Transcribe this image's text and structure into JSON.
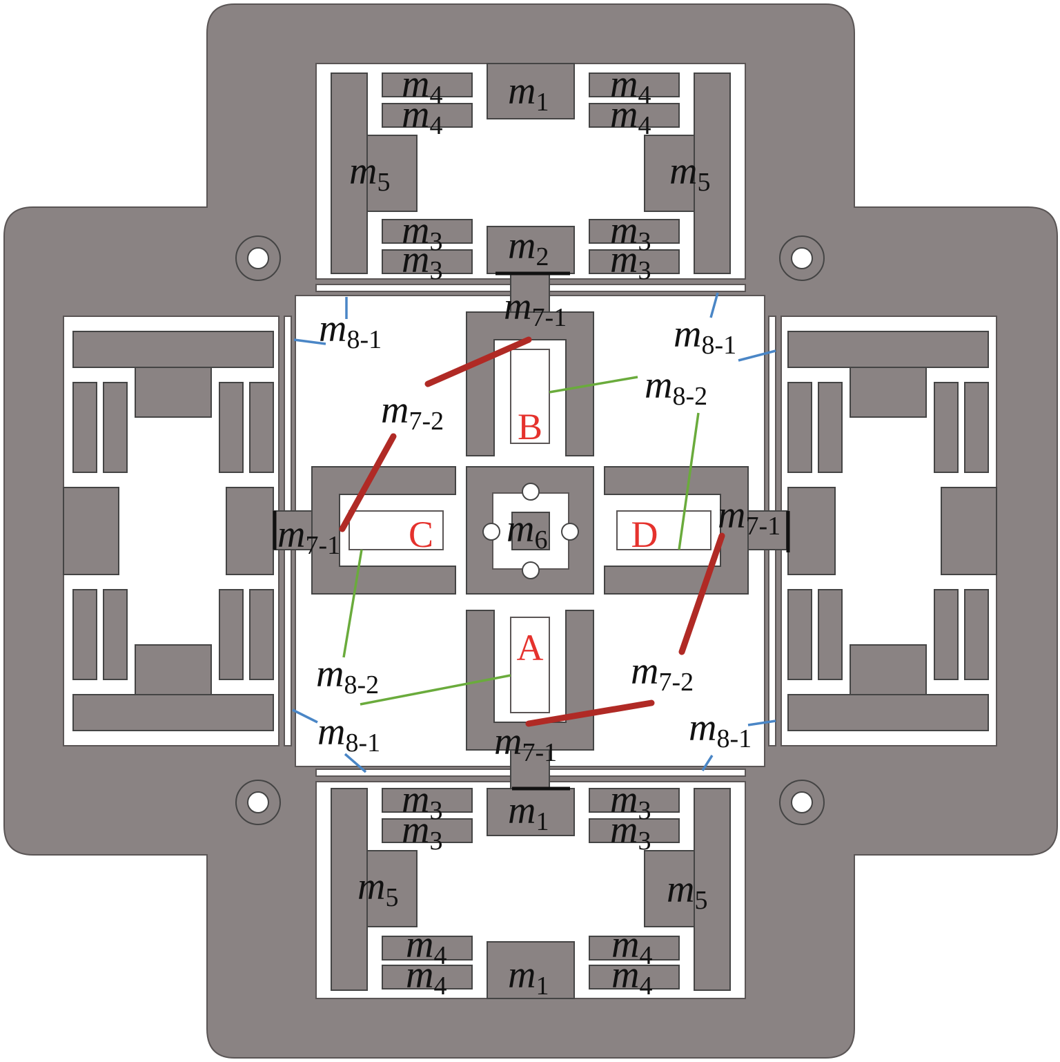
{
  "colors": {
    "body": "#8a8383",
    "cutout": "#ffffff",
    "outline": "#5a5555",
    "zone_label": "#e5322d",
    "leader_m7_2": "#b02a25",
    "leader_m8_2": "#6aab3c",
    "leader_m8_1": "#4a86c6",
    "clamp_bar": "#111111"
  },
  "labels": {
    "top_m4_1": {
      "base": "m",
      "sub": "4"
    },
    "top_m4_2": {
      "base": "m",
      "sub": "4"
    },
    "top_m4_3": {
      "base": "m",
      "sub": "4"
    },
    "top_m4_4": {
      "base": "m",
      "sub": "4"
    },
    "top_m1": {
      "base": "m",
      "sub": "1"
    },
    "top_m5_left": {
      "base": "m",
      "sub": "5"
    },
    "top_m5_right": {
      "base": "m",
      "sub": "5"
    },
    "top_m3_1": {
      "base": "m",
      "sub": "3"
    },
    "top_m3_2": {
      "base": "m",
      "sub": "3"
    },
    "top_m3_3": {
      "base": "m",
      "sub": "3"
    },
    "top_m3_4": {
      "base": "m",
      "sub": "3"
    },
    "top_m2": {
      "base": "m",
      "sub": "2"
    },
    "m7_1_top": {
      "base": "m",
      "sub": "7-1"
    },
    "m7_1_left": {
      "base": "m",
      "sub": "7-1"
    },
    "m7_1_right": {
      "base": "m",
      "sub": "7-1"
    },
    "m7_1_bottom": {
      "base": "m",
      "sub": "7-1"
    },
    "m8_1_tl": {
      "base": "m",
      "sub": "8-1"
    },
    "m8_1_tr": {
      "base": "m",
      "sub": "8-1"
    },
    "m8_1_bl": {
      "base": "m",
      "sub": "8-1"
    },
    "m8_1_br": {
      "base": "m",
      "sub": "8-1"
    },
    "m8_2_tr": {
      "base": "m",
      "sub": "8-2"
    },
    "m8_2_bl": {
      "base": "m",
      "sub": "8-2"
    },
    "m7_2_tl": {
      "base": "m",
      "sub": "7-2"
    },
    "m7_2_br": {
      "base": "m",
      "sub": "7-2"
    },
    "m6": {
      "base": "m",
      "sub": "6"
    },
    "bot_m3_1": {
      "base": "m",
      "sub": "3"
    },
    "bot_m3_2": {
      "base": "m",
      "sub": "3"
    },
    "bot_m3_3": {
      "base": "m",
      "sub": "3"
    },
    "bot_m3_4": {
      "base": "m",
      "sub": "3"
    },
    "bot_m1_upper": {
      "base": "m",
      "sub": "1"
    },
    "bot_m5_left": {
      "base": "m",
      "sub": "5"
    },
    "bot_m5_right": {
      "base": "m",
      "sub": "5"
    },
    "bot_m4_1": {
      "base": "m",
      "sub": "4"
    },
    "bot_m4_2": {
      "base": "m",
      "sub": "4"
    },
    "bot_m4_3": {
      "base": "m",
      "sub": "4"
    },
    "bot_m4_4": {
      "base": "m",
      "sub": "4"
    },
    "bot_m1_lower": {
      "base": "m",
      "sub": "1"
    }
  },
  "zones": {
    "A": "A",
    "B": "B",
    "C": "C",
    "D": "D"
  }
}
